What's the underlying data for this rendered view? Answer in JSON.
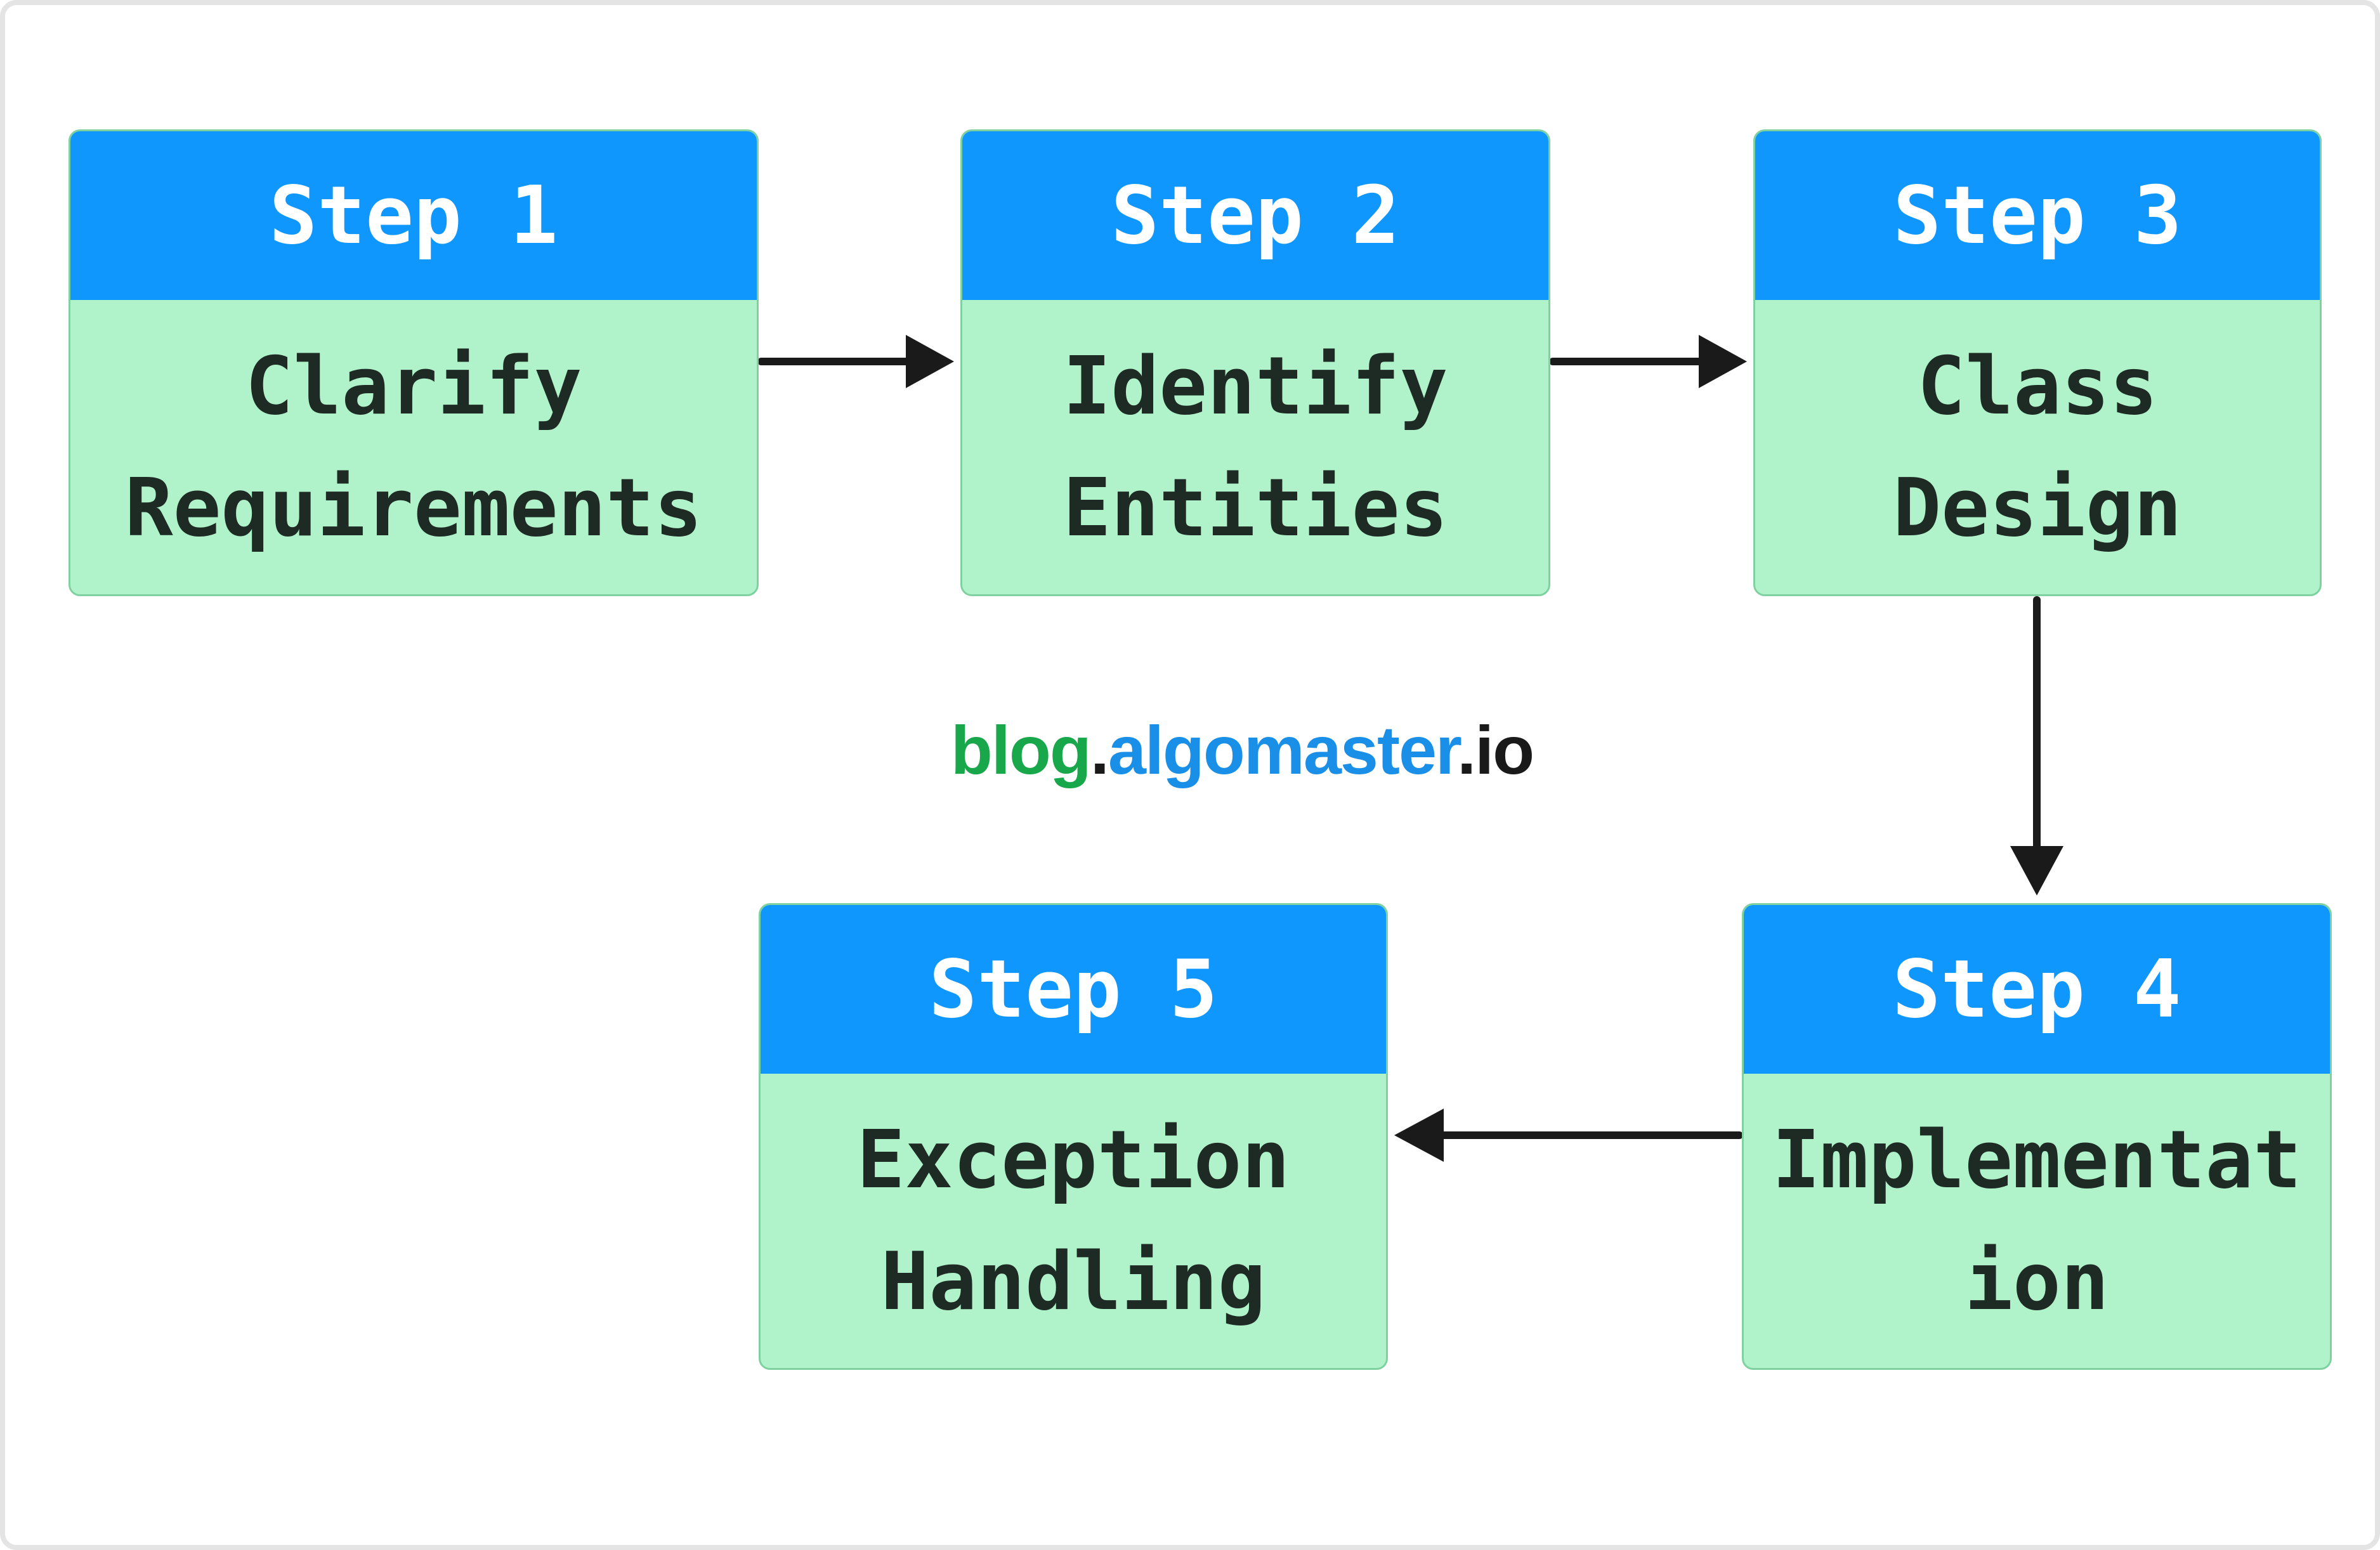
{
  "colors": {
    "header_bg": "#0f97fd",
    "body_bg": "#b0f2c9",
    "header_text": "#ffffff",
    "body_text": "#1e2a24",
    "arrow": "#1a1a1a",
    "watermark_green": "#18a84b",
    "watermark_blue": "#1a8fe8",
    "watermark_dark": "#1a1a1a"
  },
  "steps": [
    {
      "header": "Step 1",
      "lines": [
        "Clarify",
        "Requirements"
      ]
    },
    {
      "header": "Step 2",
      "lines": [
        "Identify",
        "Entities"
      ]
    },
    {
      "header": "Step 3",
      "lines": [
        "Class",
        "Design"
      ]
    },
    {
      "header": "Step 4",
      "lines": [
        "Implementat",
        "ion"
      ]
    },
    {
      "header": "Step 5",
      "lines": [
        "Exception",
        "Handling"
      ]
    }
  ],
  "watermark": {
    "part1": "blog",
    "part2": ".",
    "part3": "algomaster",
    "part4": ".io"
  }
}
